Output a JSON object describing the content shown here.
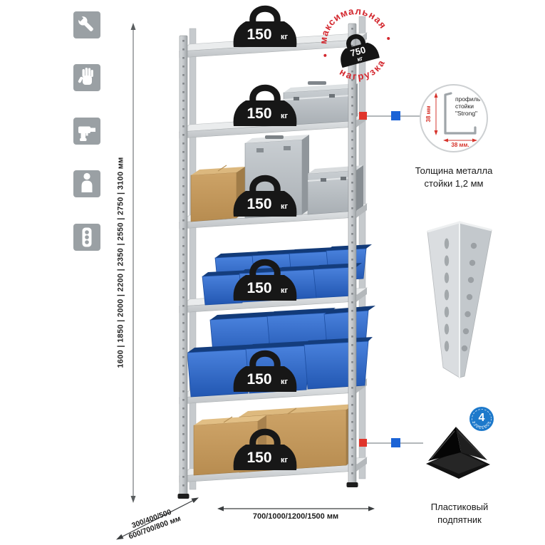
{
  "feature_icons": [
    {
      "name": "wrench"
    },
    {
      "name": "gloves"
    },
    {
      "name": "drill"
    },
    {
      "name": "person"
    },
    {
      "name": "power-strip"
    }
  ],
  "dimensions": {
    "height_label": "1600 | 1850 | 2000 | 2200 | 2350 | 2550 | 2750 | 3100 мм",
    "depth_label_line1": "300/400/500",
    "depth_label_line2": "600/700/800 мм",
    "width_label": "700/1000/1200/1500 мм"
  },
  "shelf_load": {
    "value": "150",
    "unit": "кг"
  },
  "max_load_stamp": {
    "arc_top": "максимальная",
    "arc_bottom": "нагрузка",
    "value": "750",
    "unit": "кг"
  },
  "profile_callout": {
    "dim_vertical": "38 мм",
    "dim_horizontal": "38 мм.",
    "label_line1": "профиль",
    "label_line2": "стойки",
    "label_line3": "\"Strong\"",
    "caption_line1": "Толщина металла",
    "caption_line2": "стойки 1,2 мм"
  },
  "foot_callout": {
    "badge_value": "4",
    "badge_label": "в комплекте",
    "caption_line1": "Пластиковый",
    "caption_line2": "подпятник"
  },
  "colors": {
    "accent_red": "#d6342c",
    "accent_blue": "#1b63d6",
    "bin_blue": "#2e6bcd",
    "metal_gray": "#d2d5d7",
    "icon_gray": "#9aa0a4"
  }
}
